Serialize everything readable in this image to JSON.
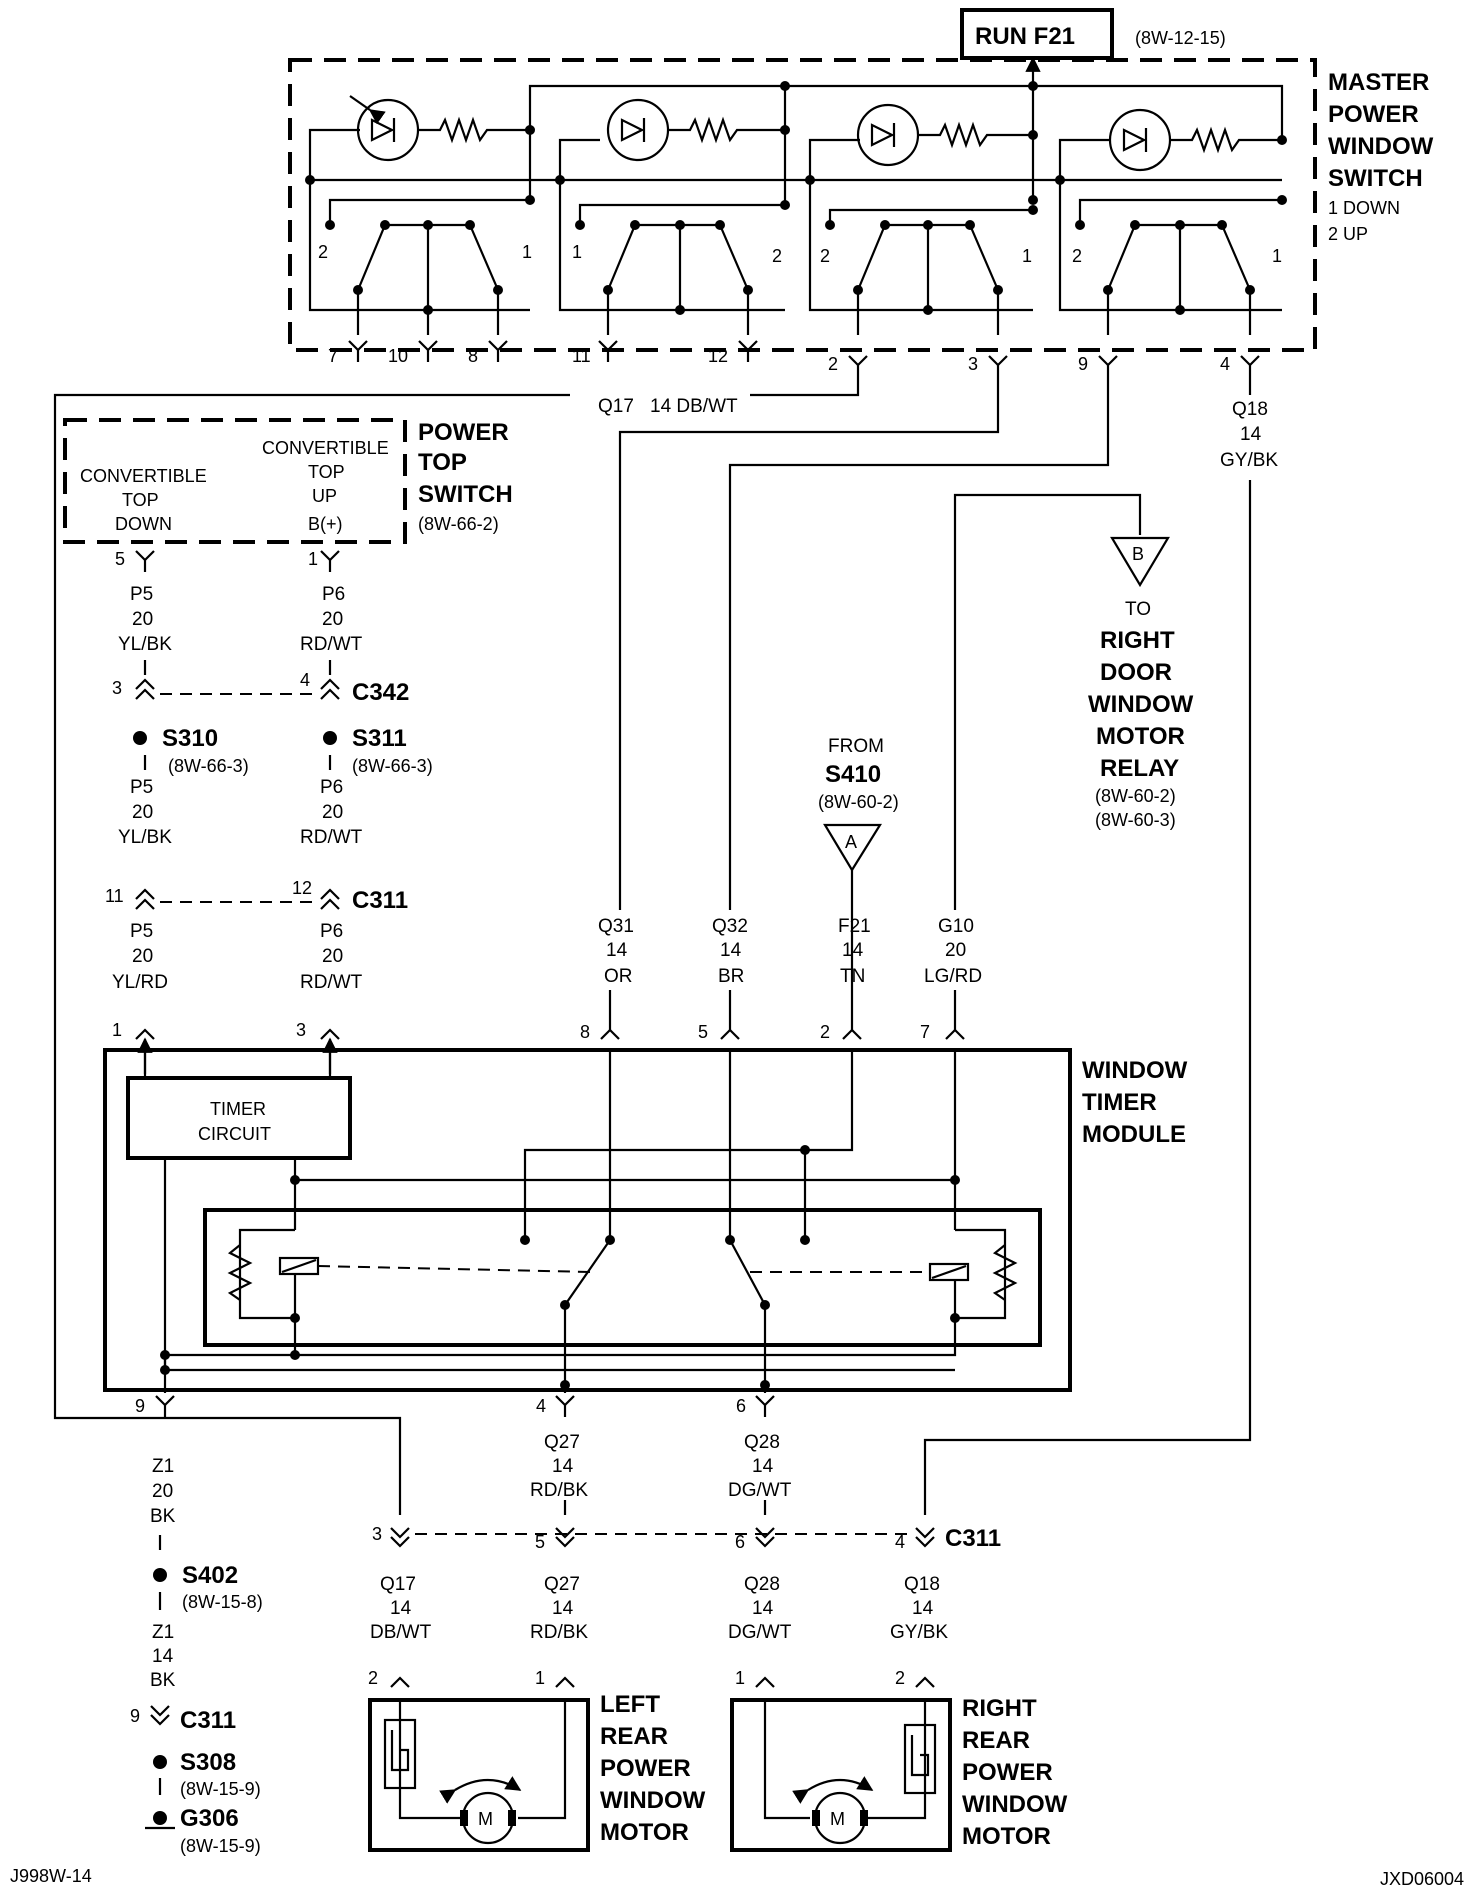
{
  "header": {
    "fuse": "RUN F21",
    "fuse_ref": "(8W-12-15)"
  },
  "master_switch": {
    "title": [
      "MASTER",
      "POWER",
      "WINDOW",
      "SWITCH"
    ],
    "legend": [
      "1 DOWN",
      "2 UP"
    ],
    "pos_labels": [
      "2",
      "1",
      "1",
      "2",
      "2",
      "1",
      "2",
      "1"
    ],
    "pins": [
      "7",
      "10",
      "8",
      "11",
      "12",
      "2",
      "3",
      "9",
      "4"
    ]
  },
  "q17_top": "Q17",
  "q17_top_wire": "14 DB/WT",
  "q18_top": [
    "Q18",
    "14",
    "GY/BK"
  ],
  "power_top_switch": {
    "title": [
      "POWER",
      "TOP",
      "SWITCH"
    ],
    "ref": "(8W-66-2)",
    "left_label": [
      "CONVERTIBLE",
      "TOP",
      "DOWN"
    ],
    "right_label": [
      "CONVERTIBLE",
      "TOP",
      "UP",
      "B(+)"
    ],
    "left_pin": "5",
    "right_pin": "1"
  },
  "left_chain": {
    "w1": [
      "P5",
      "20",
      "YL/BK"
    ],
    "c342_pin": "3",
    "s310": "S310",
    "s310_ref": "(8W-66-3)",
    "w2": [
      "P5",
      "20",
      "YL/BK"
    ],
    "c311_pin": "11",
    "w3": [
      "P5",
      "20",
      "YL/RD"
    ],
    "mod_pin": "1"
  },
  "right_chain": {
    "w1": [
      "P6",
      "20",
      "RD/WT"
    ],
    "c342_pin": "4",
    "c342": "C342",
    "s311": "S311",
    "s311_ref": "(8W-66-3)",
    "w2": [
      "P6",
      "20",
      "RD/WT"
    ],
    "c311_pin": "12",
    "c311": "C311",
    "w3": [
      "P6",
      "20",
      "RD/WT"
    ],
    "mod_pin": "3"
  },
  "right_door": {
    "letter": "B",
    "lines": [
      "TO"
    ],
    "title": [
      "RIGHT",
      "DOOR",
      "WINDOW",
      "MOTOR",
      "RELAY"
    ],
    "refs": [
      "(8W-60-2)",
      "(8W-60-3)"
    ]
  },
  "from_s410": {
    "from": "FROM",
    "name": "S410",
    "ref": "(8W-60-2)",
    "letter": "A"
  },
  "module_inputs": [
    {
      "wire": [
        "Q31",
        "14",
        "OR"
      ],
      "pin": "8"
    },
    {
      "wire": [
        "Q32",
        "14",
        "BR"
      ],
      "pin": "5"
    },
    {
      "wire": [
        "F21",
        "14",
        "TN"
      ],
      "pin": "2"
    },
    {
      "wire": [
        "G10",
        "20",
        "LG/RD"
      ],
      "pin": "7"
    }
  ],
  "window_timer_module": {
    "title": [
      "WINDOW",
      "TIMER",
      "MODULE"
    ],
    "timer": [
      "TIMER",
      "CIRCUIT"
    ],
    "pin_ground": "9",
    "pin_q27": "4",
    "pin_q28": "6"
  },
  "ground_chain": {
    "w1": [
      "Z1",
      "20",
      "BK"
    ],
    "s402": "S402",
    "s402_ref": "(8W-15-8)",
    "w2": [
      "Z1",
      "14",
      "BK"
    ],
    "c311_pin": "9",
    "c311": "C311",
    "s308": "S308",
    "s308_ref": "(8W-15-9)",
    "g306": "G306",
    "g306_ref": "(8W-15-9)"
  },
  "lower_wires": {
    "q27_upper": [
      "Q27",
      "14",
      "RD/BK"
    ],
    "q28_upper": [
      "Q28",
      "14",
      "DG/WT"
    ],
    "c311_pins": [
      "3",
      "5",
      "6",
      "4"
    ],
    "c311": "C311",
    "q17": [
      "Q17",
      "14",
      "DB/WT"
    ],
    "q27": [
      "Q27",
      "14",
      "RD/BK"
    ],
    "q28": [
      "Q28",
      "14",
      "DG/WT"
    ],
    "q18": [
      "Q18",
      "14",
      "GY/BK"
    ]
  },
  "left_motor": {
    "pins": [
      "2",
      "1"
    ],
    "title": [
      "LEFT",
      "REAR",
      "POWER",
      "WINDOW",
      "MOTOR"
    ],
    "m": "M"
  },
  "right_motor": {
    "pins": [
      "1",
      "2"
    ],
    "title": [
      "RIGHT",
      "REAR",
      "POWER",
      "WINDOW",
      "MOTOR"
    ],
    "m": "M"
  },
  "footer": {
    "left": "J998W-14",
    "right": "JXD06004"
  }
}
